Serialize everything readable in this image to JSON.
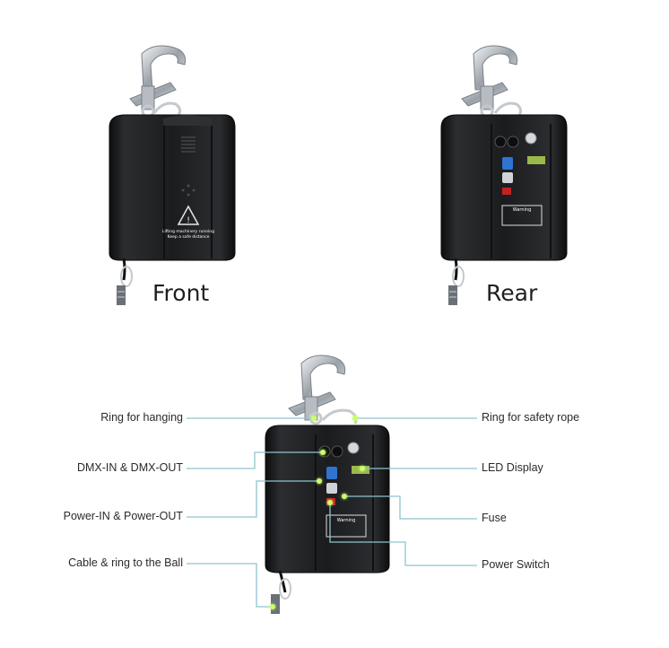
{
  "views": {
    "front_label": "Front",
    "rear_label": "Rear"
  },
  "device": {
    "warning_title": "Warning",
    "front_caution_line1": "Lifting machinery running",
    "front_caution_line2": "Keep a safe distance"
  },
  "callouts": {
    "left": [
      "Ring for hanging",
      "DMX-IN & DMX-OUT",
      "Power-IN & Power-OUT",
      "Cable & ring to the Ball"
    ],
    "right": [
      "Ring for safety rope",
      "LED Display",
      "Fuse",
      "Power Switch"
    ]
  },
  "colors": {
    "leader_line": "#8fc3cf",
    "indicator_dot": "#c8ff6a",
    "housing": "#1c1d1f"
  }
}
